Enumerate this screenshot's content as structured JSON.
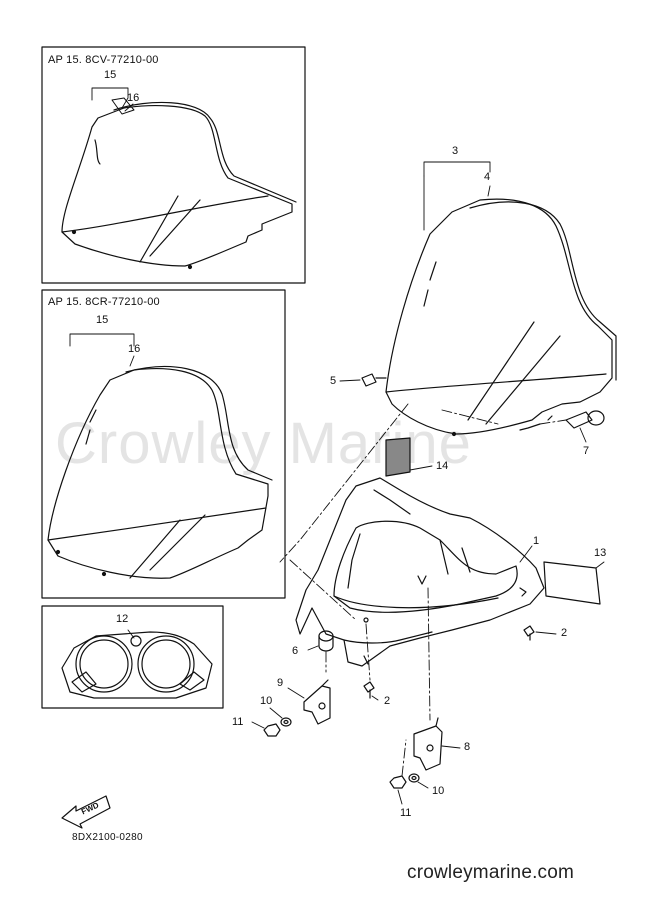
{
  "watermark": "Crowley Marine",
  "inset_a": {
    "title": "AP  15. 8CV-77210-00",
    "callouts": [
      "15",
      "16"
    ]
  },
  "inset_b": {
    "title": "AP  15. 8CR-77210-00",
    "callouts": [
      "15",
      "16"
    ]
  },
  "inset_c": {
    "callouts": [
      "12"
    ]
  },
  "callouts": {
    "c1": "1",
    "c2a": "2",
    "c2b": "2",
    "c3": "3",
    "c4": "4",
    "c5": "5",
    "c6": "6",
    "c7": "7",
    "c8": "8",
    "c9": "9",
    "c10a": "10",
    "c10b": "10",
    "c11a": "11",
    "c11b": "11",
    "c13": "13",
    "c14": "14"
  },
  "fwd_label": "FWD",
  "diagram_code": "8DX2100-0280",
  "site_url": "crowleymarine.com"
}
